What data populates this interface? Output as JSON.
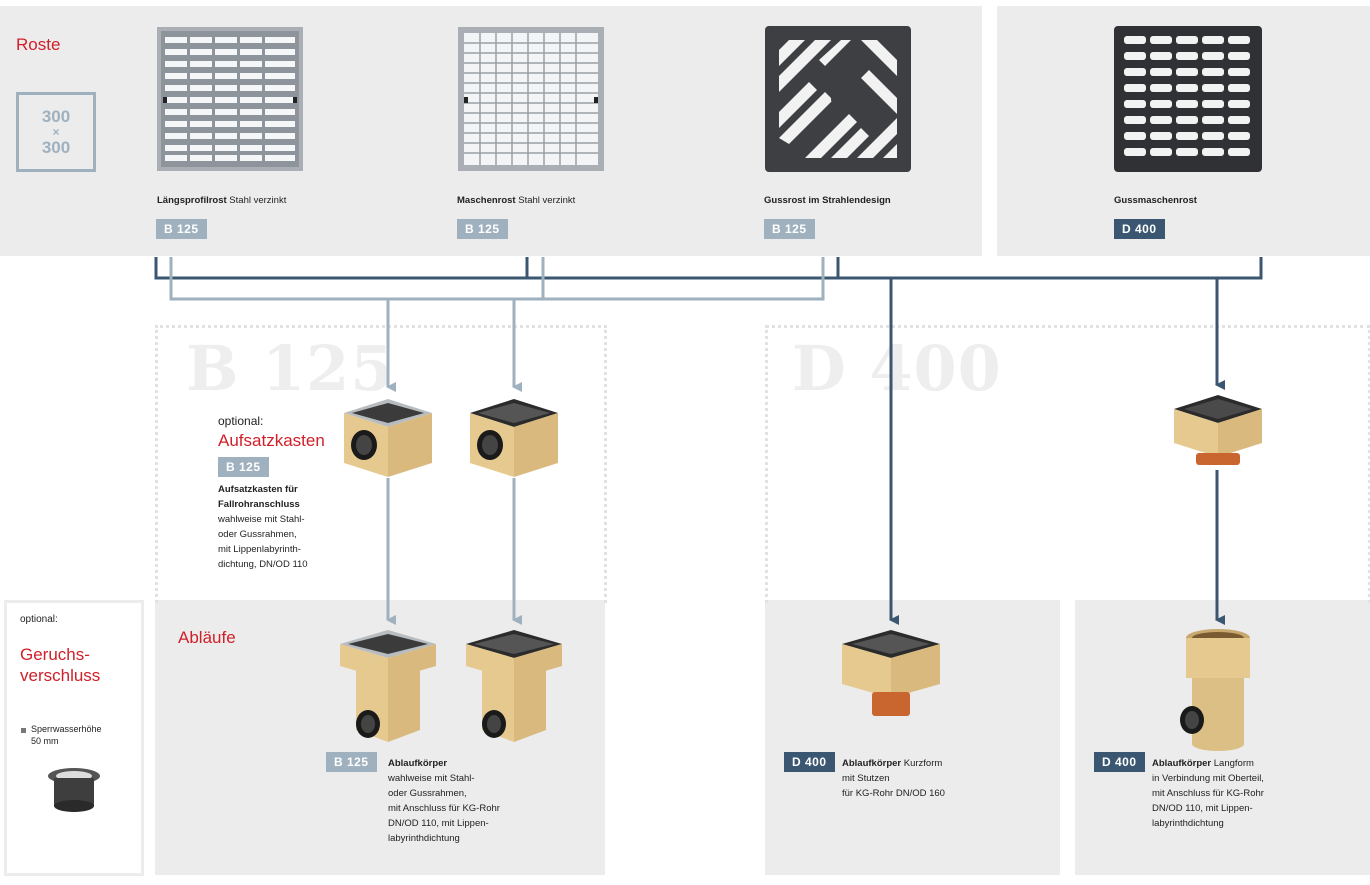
{
  "roste": {
    "title": "Roste",
    "size_line1": "300",
    "size_line2": "×",
    "size_line3": "300",
    "items": [
      {
        "name": "Längsprofilrost",
        "desc": " Stahl verzinkt",
        "class": "B 125"
      },
      {
        "name": "Maschenrost",
        "desc": " Stahl verzinkt",
        "class": "B 125"
      },
      {
        "name": "Gussrost im Strahlendesign",
        "desc": "",
        "class": "B 125"
      },
      {
        "name": "Gussmaschenrost",
        "desc": "",
        "class": "D 400"
      }
    ]
  },
  "zones": {
    "b125_label": "B 125",
    "d400_label": "D 400"
  },
  "aufsatz": {
    "optional": "optional:",
    "title": "Aufsatzkasten",
    "class": "B 125",
    "bold1": "Aufsatzkasten für",
    "bold2": "Fallrohranschluss",
    "line1": "wahlweise mit Stahl-",
    "line2": "oder Gussrahmen,",
    "line3": "mit Lippenlabyrinth-",
    "line4": "dichtung, DN/OD 110"
  },
  "geruch": {
    "optional": "optional:",
    "title1": "Geruchs-",
    "title2": "verschluss",
    "bullet1": "Sperrwasserhöhe",
    "bullet2": "50 mm"
  },
  "ablaeufe": {
    "title": "Abläufe",
    "b125": {
      "class": "B 125",
      "bold": "Ablaufkörper",
      "line1": "wahlweise mit Stahl-",
      "line2": "oder Gussrahmen,",
      "line3": "mit Anschluss für KG-Rohr",
      "line4": "DN/OD 110, mit Lippen-",
      "line5": "labyrinthdichtung"
    },
    "kurz": {
      "class": "D 400",
      "bold": "Ablaufkörper",
      "rest": " Kurzform",
      "line1": "mit Stutzen",
      "line2": "für KG-Rohr DN/OD 160"
    },
    "lang": {
      "class": "D 400",
      "bold": "Ablaufkörper",
      "rest": " Langform",
      "line1": "in Verbindung mit Oberteil,",
      "line2": "mit Anschluss für KG-Rohr",
      "line3": "DN/OD 110, mit Lippen-",
      "line4": "labyrinthdichtung"
    }
  },
  "colors": {
    "b125": "#9fb1bf",
    "d400": "#3b5670",
    "accent_red": "#d0202a",
    "panel_gray": "#ececec",
    "body_beige": "#e8cf9a"
  }
}
